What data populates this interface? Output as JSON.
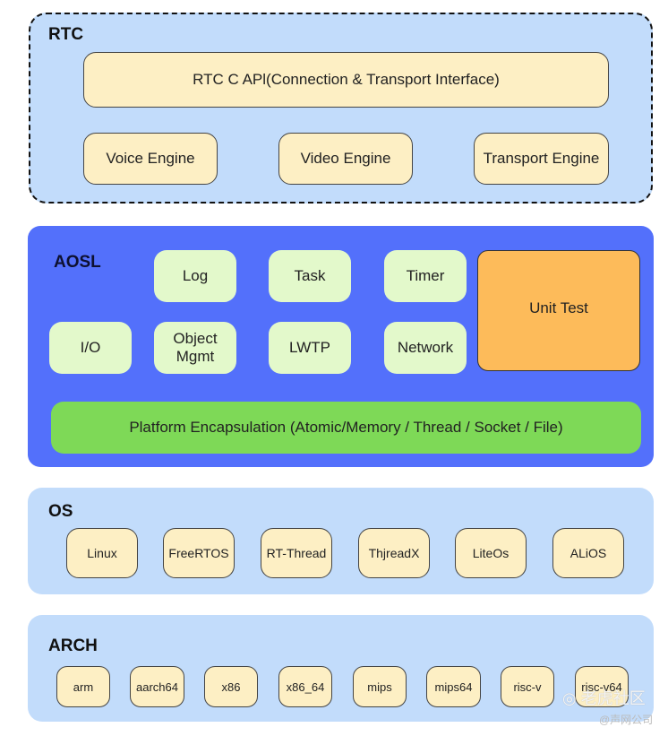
{
  "rtc": {
    "title": "RTC",
    "api": "RTC C APl(Connection & Transport Interface)",
    "engines": [
      "Voice Engine",
      "Video Engine",
      "Transport Engine"
    ]
  },
  "aosl": {
    "title": "AOSL",
    "modules": [
      "Log",
      "Task",
      "Timer",
      "I/O",
      "Object Mgmt",
      "LWTP",
      "Network"
    ],
    "unit_test": "Unit Test",
    "platform": "Platform Encapsulation (Atomic/Memory / Thread / Socket / File)"
  },
  "os": {
    "title": "OS",
    "items": [
      "Linux",
      "FreeRTOS",
      "RT-Thread",
      "ThjreadX",
      "LiteOs",
      "ALiOS"
    ]
  },
  "arch": {
    "title": "ARCH",
    "items": [
      "arm",
      "aarch64",
      "x86",
      "x86_64",
      "mips",
      "mips64",
      "risc-v",
      "risc-v64"
    ]
  },
  "watermark": {
    "main": "老虎社区",
    "sub": "@声网公司"
  },
  "colors": {
    "layer_light_blue": "#c2dcfb",
    "aosl_blue": "#5370fb",
    "box_yellow": "#fdefc4",
    "module_green": "#e3f9cb",
    "platform_green": "#7ed957",
    "unit_test_orange": "#fdbb5a"
  }
}
